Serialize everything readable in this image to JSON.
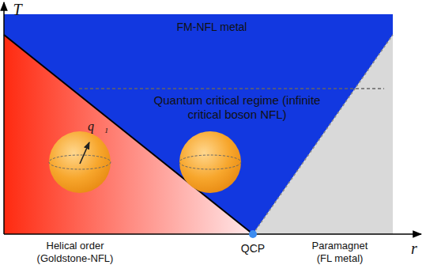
{
  "diagram": {
    "labels": [
      "T",
      "r",
      "FM-NFL metal",
      "Quantum critical regime (infinite critical boson NFL)",
      "q⃗₁",
      "Helical order (Goldstone-NFL)",
      "QCP",
      "Paramagnet (FL metal)"
    ]
  }
}
